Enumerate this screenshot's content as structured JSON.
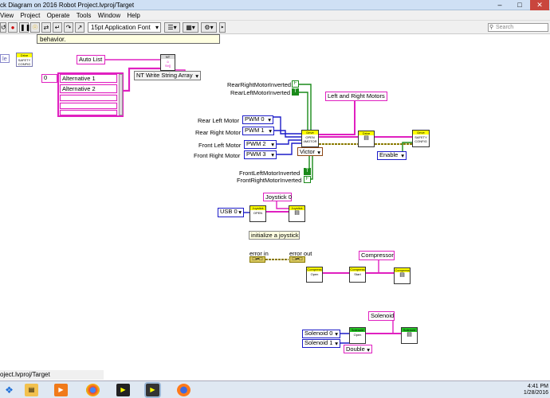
{
  "window": {
    "title": "ck Diagram on 2016 Robot Project.lvproj/Target",
    "footer_path": "oject.lvproj/Target"
  },
  "menu": [
    "View",
    "Project",
    "Operate",
    "Tools",
    "Window",
    "Help"
  ],
  "toolbar": {
    "font": "15pt Application Font",
    "search_placeholder": "Search",
    "tooltip": "behavior."
  },
  "left_clip": {
    "text": "le",
    "safety_icon": "Drive SAFETY CONFIG"
  },
  "auto": {
    "label": "Auto List",
    "index": "0",
    "items": [
      "Alternative 1",
      "Alternative 2",
      "",
      "",
      ""
    ],
    "nt_icon": "NT",
    "nt_write": "NT Write String Array"
  },
  "drive": {
    "inverted_top": [
      "RearRightMotorInverted",
      "RearLeftMotorInverted"
    ],
    "inverted_bottom": [
      "FrontLeftMotorInverted",
      "FrontRightMotorInverted"
    ],
    "motor_labels": [
      "Rear Left Motor",
      "Rear Right Motor",
      "Front Left Motor",
      "Front Right Motor"
    ],
    "pwm": [
      "PWM 0",
      "PWM 1",
      "PWM 2",
      "PWM 3"
    ],
    "title": "Left and Right Motors",
    "controller": "Victor",
    "enable": "Enable",
    "open_vi": "Drive OPEN 4MOTOR",
    "mid_vi": "Drive",
    "safety_vi": "Drive SAFETY CONFIG"
  },
  "joystick": {
    "label": "Joystick 0",
    "port": "USB 0",
    "open_vi": "Joystick OPEN",
    "ref_vi": "Joystick",
    "note": "initialize a joystick"
  },
  "errors": {
    "in": "error in",
    "out": "error out"
  },
  "compressor": {
    "label": "Compressor",
    "open_vi": "Compress Open",
    "start_vi": "Compress Start",
    "ref_vi": "Compress"
  },
  "solenoid": {
    "label": "Solenoid",
    "ch0": "Solenoid 0",
    "ch1": "Solenoid 1",
    "type": "Double",
    "open_vi": "Solenoid Open",
    "ref_vi": "Solenoid"
  },
  "taskbar": {
    "time": "4:41 PM",
    "date": "1/28/2016",
    "icons": [
      "start-icon",
      "explorer-icon",
      "media-icon",
      "chrome-icon",
      "labview-icon",
      "labview-active-icon",
      "firefox-icon"
    ]
  },
  "colors": {
    "wire_pink": "#e020c0",
    "wire_blue": "#1c1cc8",
    "wire_green": "#1a8a1a",
    "error_wire": "#b8a800",
    "vi_header": "#ffff00"
  }
}
